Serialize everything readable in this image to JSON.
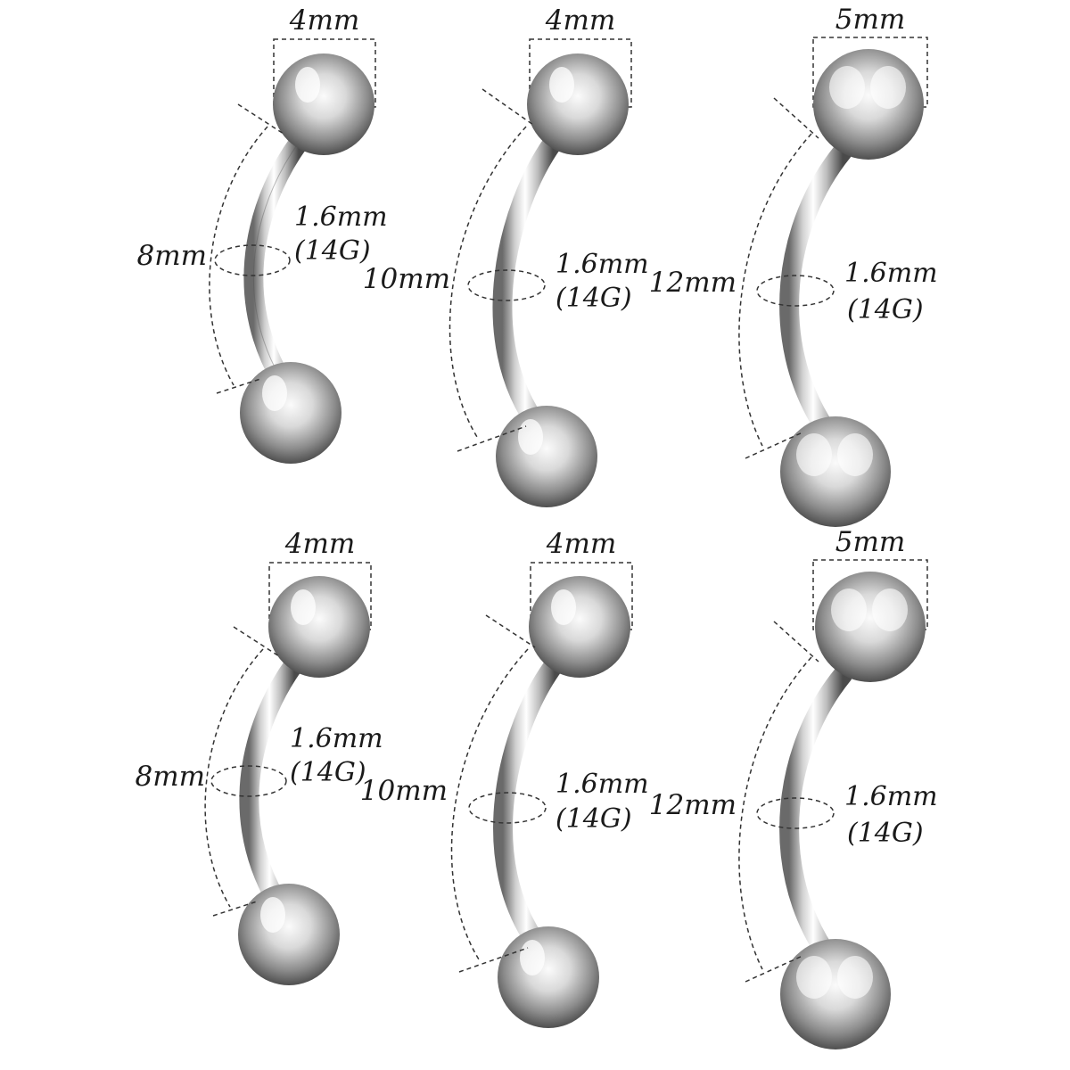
{
  "items": [
    {
      "ball": "4mm",
      "length": "8mm",
      "gauge_mm": "1.6mm",
      "gauge": "(14G)"
    },
    {
      "ball": "4mm",
      "length": "10mm",
      "gauge_mm": "1.6mm",
      "gauge": "(14G)"
    },
    {
      "ball": "5mm",
      "length": "12mm",
      "gauge_mm": "1.6mm",
      "gauge": "(14G)"
    },
    {
      "ball": "4mm",
      "length": "8mm",
      "gauge_mm": "1.6mm",
      "gauge": "(14G)"
    },
    {
      "ball": "4mm",
      "length": "10mm",
      "gauge_mm": "1.6mm",
      "gauge": "(14G)"
    },
    {
      "ball": "5mm",
      "length": "12mm",
      "gauge_mm": "1.6mm",
      "gauge": "(14G)"
    }
  ],
  "colors": {
    "background": "#ffffff",
    "metal_light": "#f4f4f4",
    "metal_mid": "#b9b9b9",
    "metal_dark": "#3c3c3c",
    "dash": "#333333",
    "text": "#1a1a1a"
  }
}
